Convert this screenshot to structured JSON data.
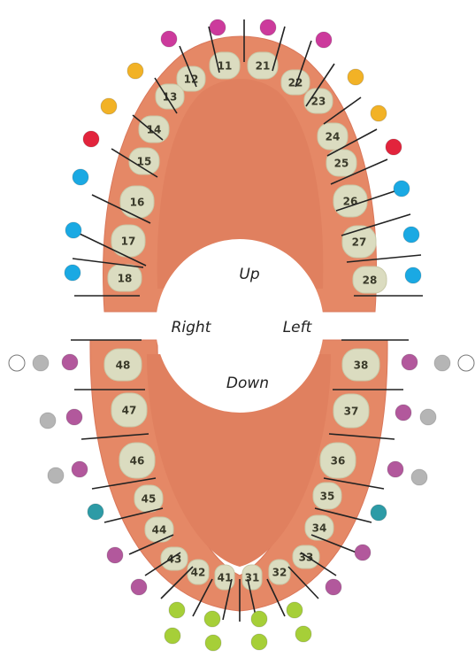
{
  "labels": {
    "up": "Up",
    "down": "Down",
    "right": "Right",
    "left": "Left"
  },
  "colors": {
    "gum": "#e58866",
    "gum_edge": "#d9775a",
    "mouth": "#e0805f",
    "tooth": "#dbdcc0",
    "tooth_edge": "#c8c9a8",
    "line": "#222222",
    "magenta": "#cc3a9c",
    "yellow": "#f2b226",
    "red": "#e2243c",
    "blue": "#1aa9e3",
    "purple": "#b2589c",
    "gray": "#b5b5b5",
    "white": "#ffffff",
    "teal": "#2d9ba6",
    "green": "#a6cf38"
  },
  "teeth": {
    "upper": [
      "11",
      "12",
      "13",
      "14",
      "15",
      "16",
      "17",
      "18",
      "21",
      "22",
      "23",
      "24",
      "25",
      "26",
      "27",
      "28"
    ],
    "lower": [
      "31",
      "32",
      "33",
      "34",
      "35",
      "36",
      "37",
      "38",
      "41",
      "42",
      "43",
      "44",
      "45",
      "46",
      "47",
      "48"
    ]
  },
  "dots": [
    {
      "tooth": "11",
      "colors": [
        "magenta"
      ]
    },
    {
      "tooth": "12",
      "colors": [
        "magenta"
      ]
    },
    {
      "tooth": "13",
      "colors": [
        "yellow"
      ]
    },
    {
      "tooth": "14",
      "colors": [
        "yellow"
      ]
    },
    {
      "tooth": "15",
      "colors": [
        "red"
      ]
    },
    {
      "tooth": "16",
      "colors": [
        "blue"
      ]
    },
    {
      "tooth": "17",
      "colors": [
        "blue"
      ]
    },
    {
      "tooth": "18",
      "colors": [
        "blue"
      ]
    },
    {
      "tooth": "21",
      "colors": [
        "magenta"
      ]
    },
    {
      "tooth": "22",
      "colors": [
        "magenta"
      ]
    },
    {
      "tooth": "23",
      "colors": [
        "yellow"
      ]
    },
    {
      "tooth": "24",
      "colors": [
        "yellow"
      ]
    },
    {
      "tooth": "25",
      "colors": [
        "red"
      ]
    },
    {
      "tooth": "26",
      "colors": [
        "blue"
      ]
    },
    {
      "tooth": "27",
      "colors": [
        "blue"
      ]
    },
    {
      "tooth": "28",
      "colors": [
        "blue"
      ]
    },
    {
      "tooth": "48",
      "colors": [
        "purple",
        "gray",
        "white"
      ]
    },
    {
      "tooth": "47",
      "colors": [
        "purple",
        "gray"
      ]
    },
    {
      "tooth": "46",
      "colors": [
        "purple",
        "gray"
      ]
    },
    {
      "tooth": "45",
      "colors": [
        "teal"
      ]
    },
    {
      "tooth": "44",
      "colors": [
        "purple"
      ]
    },
    {
      "tooth": "43",
      "colors": [
        "purple"
      ]
    },
    {
      "tooth": "42",
      "colors": [
        "green",
        "green"
      ]
    },
    {
      "tooth": "41",
      "colors": [
        "green",
        "green"
      ]
    },
    {
      "tooth": "31",
      "colors": [
        "green",
        "green"
      ]
    },
    {
      "tooth": "32",
      "colors": [
        "green",
        "green"
      ]
    },
    {
      "tooth": "33",
      "colors": [
        "purple"
      ]
    },
    {
      "tooth": "34",
      "colors": [
        "purple"
      ]
    },
    {
      "tooth": "35",
      "colors": [
        "teal"
      ]
    },
    {
      "tooth": "36",
      "colors": [
        "purple",
        "gray"
      ]
    },
    {
      "tooth": "37",
      "colors": [
        "purple",
        "gray"
      ]
    },
    {
      "tooth": "38",
      "colors": [
        "purple",
        "gray",
        "white"
      ]
    }
  ]
}
